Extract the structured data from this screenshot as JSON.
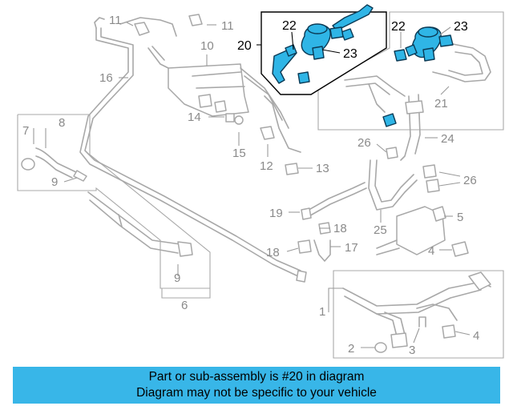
{
  "callouts": {
    "c1": "1",
    "c2": "2",
    "c3": "3",
    "c4a": "4",
    "c4b": "4",
    "c5": "5",
    "c6": "6",
    "c7": "7",
    "c8": "8",
    "c9a": "9",
    "c9b": "9",
    "c10": "10",
    "c11a": "11",
    "c11b": "11",
    "c12": "12",
    "c13": "13",
    "c14": "14",
    "c15": "15",
    "c16": "16",
    "c17": "17",
    "c18a": "18",
    "c18b": "18",
    "c19": "19",
    "c20": "20",
    "c21": "21",
    "c22a": "22",
    "c22b": "22",
    "c23a": "23",
    "c23b": "23",
    "c24": "24",
    "c25": "25",
    "c26a": "26",
    "c26b": "26"
  },
  "highlight_color": "#2fb5e6",
  "footer": {
    "line1": "Part or sub-assembly is #20 in diagram",
    "line2": "Diagram may not be specific to your vehicle",
    "background": "#38b6e8"
  }
}
